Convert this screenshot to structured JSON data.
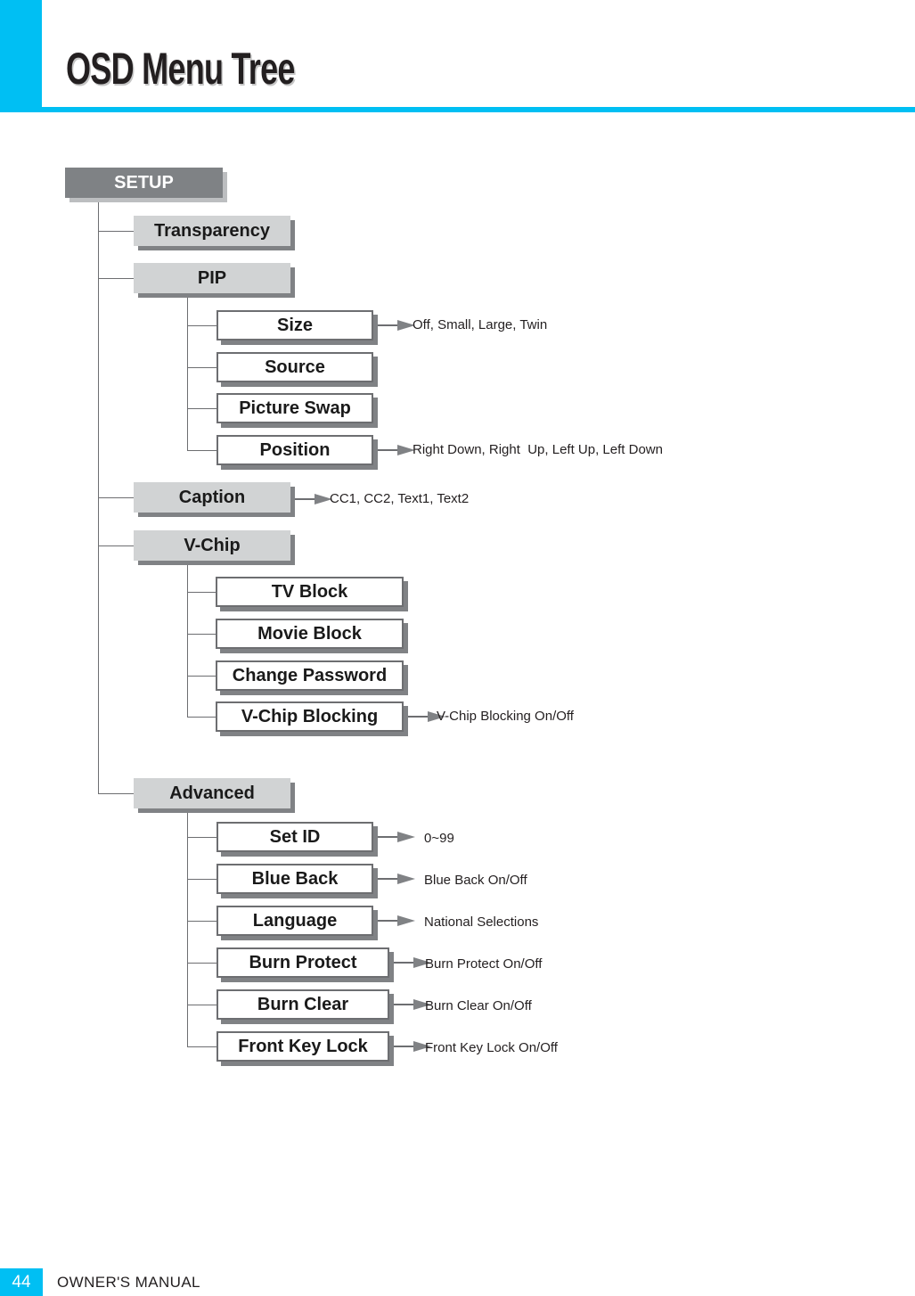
{
  "header": {
    "title": "OSD Menu Tree",
    "accent_color": "#00bff3"
  },
  "footer": {
    "page_number": "44",
    "label": "OWNER'S MANUAL"
  },
  "colors": {
    "level1_box": "#7f8285",
    "level2_box": "#d1d3d4",
    "level3_box": "#ffffff",
    "border": "#6d6e71",
    "shadow": "#808285",
    "text_dark": "#1a1a1a",
    "text_light": "#ffffff"
  },
  "tree": {
    "root": {
      "label": "SETUP",
      "level": 1
    },
    "nodes": [
      {
        "label": "Transparency",
        "level": 2,
        "values": ""
      },
      {
        "label": "PIP",
        "level": 2,
        "values": ""
      },
      {
        "label": "Size",
        "level": 3,
        "values": "Off, Small, Large, Twin"
      },
      {
        "label": "Source",
        "level": 3,
        "values": ""
      },
      {
        "label": "Picture Swap",
        "level": 3,
        "values": ""
      },
      {
        "label": "Position",
        "level": 3,
        "values": "Right Down, Right  Up, Left Up, Left Down"
      },
      {
        "label": "Caption",
        "level": 2,
        "values": "CC1, CC2, Text1, Text2"
      },
      {
        "label": "V-Chip",
        "level": 2,
        "values": ""
      },
      {
        "label": "TV Block",
        "level": 3,
        "values": ""
      },
      {
        "label": "Movie Block",
        "level": 3,
        "values": ""
      },
      {
        "label": "Change Password",
        "level": 3,
        "values": ""
      },
      {
        "label": "V-Chip Blocking",
        "level": 3,
        "values": "V-Chip Blocking On/Off"
      },
      {
        "label": "Advanced",
        "level": 2,
        "values": ""
      },
      {
        "label": "Set ID",
        "level": 3,
        "values": "0~99"
      },
      {
        "label": "Blue Back",
        "level": 3,
        "values": "Blue Back On/Off"
      },
      {
        "label": "Language",
        "level": 3,
        "values": "National Selections"
      },
      {
        "label": "Burn Protect",
        "level": 3,
        "values": "Burn Protect On/Off"
      },
      {
        "label": "Burn Clear",
        "level": 3,
        "values": "Burn Clear On/Off"
      },
      {
        "label": "Front Key Lock",
        "level": 3,
        "values": "Front Key Lock On/Off"
      }
    ]
  }
}
